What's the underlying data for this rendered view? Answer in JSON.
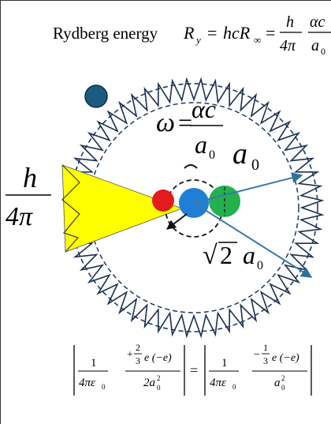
{
  "header": {
    "title": "Rydberg energy",
    "lhs_symbol": "R",
    "lhs_sub": "y",
    "eq1": "=",
    "hc": "hcR",
    "infinity": "∞",
    "eq2": "=",
    "h": "h",
    "four_pi": "4π",
    "alpha_c": "αc",
    "a0": "a",
    "a0_sub": "0"
  },
  "omega_label": {
    "omega": "ω",
    "eq": "=",
    "numerator": "αc",
    "denominator": "a",
    "denominator_sub": "0"
  },
  "radius_label": {
    "text": "a",
    "sub": "0"
  },
  "sqrt2_label": {
    "radical": "√",
    "two": "2",
    "a": "a",
    "sub": "0"
  },
  "left_fraction": {
    "numerator": "h",
    "denominator": "4π"
  },
  "formula": {
    "left": {
      "frac1_num": "1",
      "frac1_den": "4πε",
      "frac1_den_sub": "0",
      "charge_sign": "+",
      "charge_num": "2",
      "charge_den": "3",
      "charge_rest": "e (−e)",
      "den": "2a",
      "den_sub": "0",
      "den_sup": "2"
    },
    "equals": "=",
    "right": {
      "frac1_num": "1",
      "frac1_den": "4πε",
      "frac1_den_sub": "0",
      "charge_sign": "−",
      "charge_num": "1",
      "charge_den": "3",
      "charge_rest": "e (−e)",
      "den": "a",
      "den_sub": "0",
      "den_sup": "2"
    }
  },
  "colors": {
    "zigzag": "#1a2f4f",
    "dashed": "#1f3a5f",
    "orbit_ball": "#1b5b80",
    "wedge": "#ffff00",
    "red": "#e31b1b",
    "blue": "#1f7fd6",
    "green": "#22b14c",
    "arrow": "#3b7aa8"
  }
}
